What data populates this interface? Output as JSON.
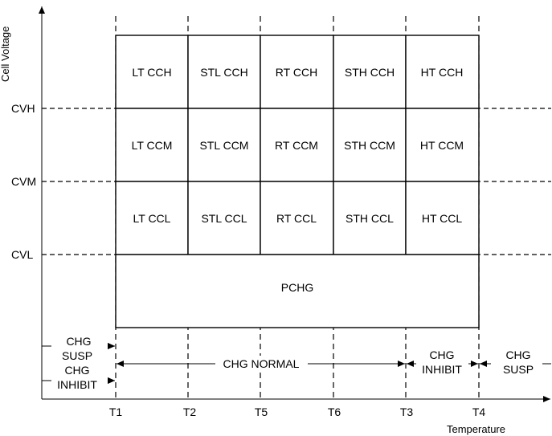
{
  "axes": {
    "y_label": "Cell Voltage",
    "x_label": "Temperature"
  },
  "voltage_levels": [
    "CVH",
    "CVM",
    "CVL"
  ],
  "temperature_points": [
    "T1",
    "T2",
    "T5",
    "T6",
    "T3",
    "T4"
  ],
  "grid": {
    "rows": [
      [
        "LT CCH",
        "STL CCH",
        "RT CCH",
        "STH CCH",
        "HT CCH"
      ],
      [
        "LT CCM",
        "STL CCM",
        "RT CCM",
        "STH CCM",
        "HT CCM"
      ],
      [
        "LT CCL",
        "STL CCL",
        "RT CCL",
        "STH CCL",
        "HT CCL"
      ]
    ],
    "precharge": "PCHG"
  },
  "states": {
    "left_susp": [
      "CHG",
      "SUSP"
    ],
    "left_inhibit": [
      "CHG",
      "INHIBIT"
    ],
    "normal": "CHG NORMAL",
    "right_inhibit": [
      "CHG",
      "INHIBIT"
    ],
    "right_susp": [
      "CHG",
      "SUSP"
    ]
  }
}
